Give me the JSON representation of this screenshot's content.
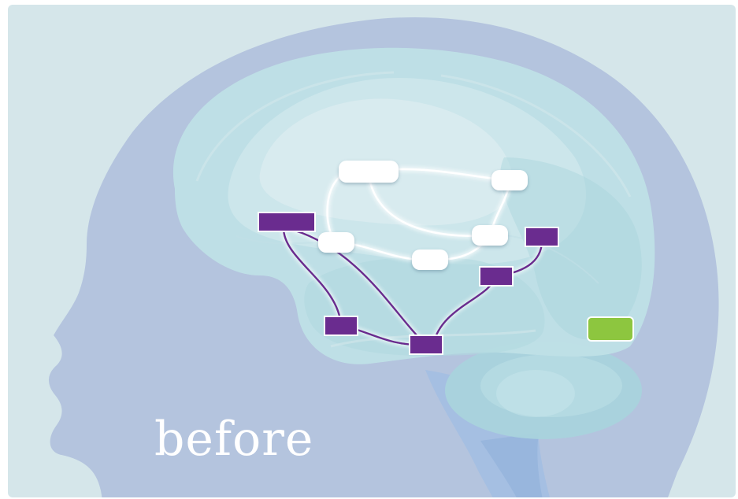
{
  "caption": "before",
  "colors": {
    "background": "#d5e6ea",
    "head": "#b4c4de",
    "brain": "#bfe0e6",
    "cerebellum": "#a9d3dc",
    "brainstem": "#a5bfe2",
    "white_node": "#ffffff",
    "white_edge": "#ffffff",
    "purple_node": "#6a2c8f",
    "purple_edge": "#6a2c8f",
    "green_node": "#8dc63f"
  },
  "white_network": {
    "nodes": [
      "w1",
      "w2",
      "w3",
      "w4",
      "w5"
    ],
    "edges": [
      [
        "w1",
        "w2"
      ],
      [
        "w1",
        "w3"
      ],
      [
        "w1",
        "w4"
      ],
      [
        "w2",
        "w4"
      ],
      [
        "w3",
        "w5"
      ],
      [
        "w4",
        "w5"
      ]
    ]
  },
  "purple_network": {
    "nodes": [
      "p1",
      "p2",
      "p3",
      "p4",
      "p5"
    ],
    "edges": [
      [
        "p1",
        "p4"
      ],
      [
        "p1",
        "p5"
      ],
      [
        "p4",
        "p5"
      ],
      [
        "p5",
        "p2"
      ],
      [
        "p2",
        "p3"
      ]
    ]
  },
  "isolated_nodes": [
    {
      "id": "g1",
      "color": "green"
    }
  ]
}
